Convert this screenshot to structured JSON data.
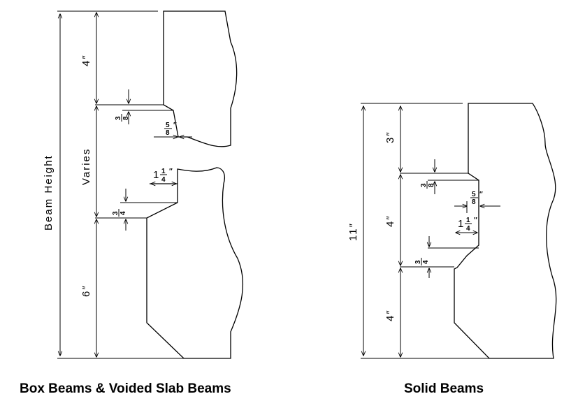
{
  "left": {
    "caption": "Box Beams & Voided Slab Beams",
    "dims": {
      "overall": "Beam Height",
      "top": "4″",
      "middle": "Varies",
      "bottom": "6″",
      "key_top_rise": [
        "3",
        "8"
      ],
      "key_depth": [
        "5",
        "8"
      ],
      "key_width_whole": "1",
      "key_width_frac": [
        "1",
        "4"
      ],
      "key_bottom_rise": [
        "3",
        "4"
      ]
    }
  },
  "right": {
    "caption": "Solid Beams",
    "dims": {
      "overall": "11″",
      "top": "3″",
      "middle": "4″",
      "bottom": "4″",
      "key_top_rise": [
        "3",
        "8"
      ],
      "key_depth": [
        "5",
        "8"
      ],
      "key_width_whole": "1",
      "key_width_frac": [
        "1",
        "4"
      ],
      "key_bottom_rise": [
        "3",
        "4"
      ]
    }
  }
}
